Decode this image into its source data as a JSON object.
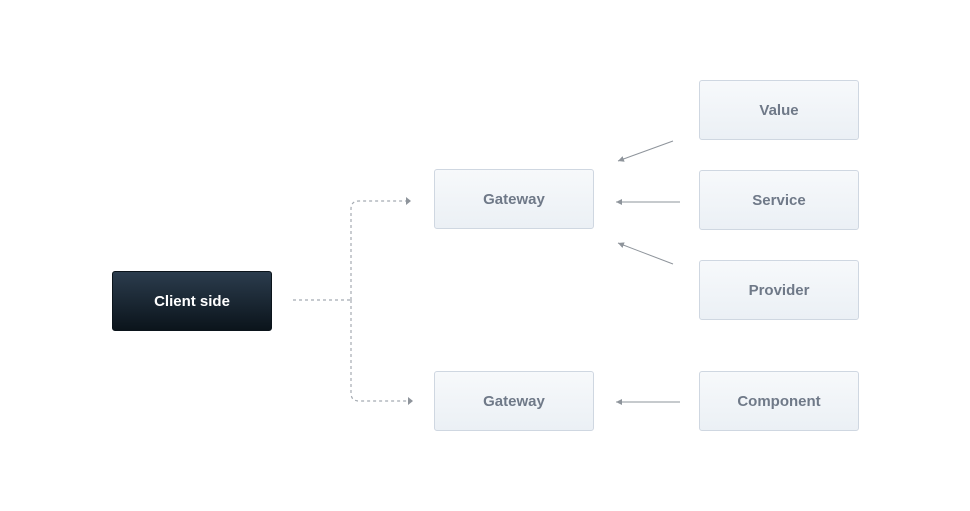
{
  "diagram": {
    "client": {
      "label": "Client side"
    },
    "gateways": [
      {
        "label": "Gateway"
      },
      {
        "label": "Gateway"
      }
    ],
    "sources": [
      {
        "label": "Value"
      },
      {
        "label": "Service"
      },
      {
        "label": "Provider"
      },
      {
        "label": "Component"
      }
    ],
    "colors": {
      "client_bg_top": "#2b3c4d",
      "client_bg_bottom": "#0b141b",
      "node_bg": "#eef2f6",
      "node_border": "#cfd7e1",
      "node_text": "#6f7988",
      "edge": "#8e949b",
      "dashed_edge": "#a5abb2"
    }
  }
}
